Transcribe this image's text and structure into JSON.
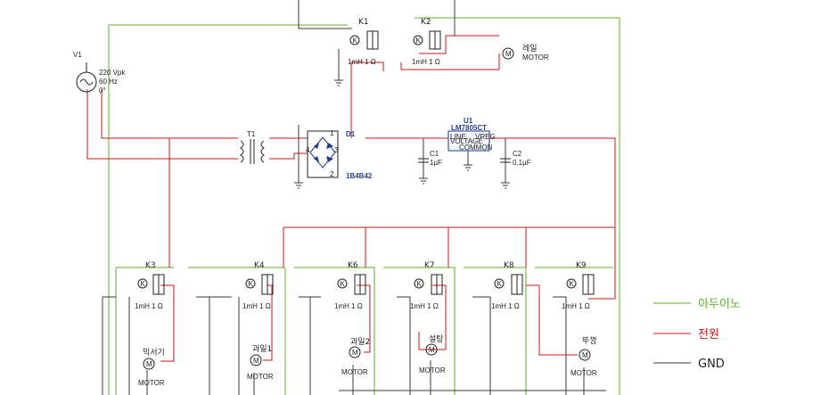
{
  "colors": {
    "arduino": "#5fae2f",
    "power": "#c41a1a",
    "gnd": "#3a3a3a",
    "part": "#1e3a8a"
  },
  "source": {
    "name": "V1",
    "line1": "220 Vpk",
    "line2": "60 Hz",
    "line3": "0°"
  },
  "transformer": {
    "name": "T1"
  },
  "bridge": {
    "name": "D1",
    "part": "1B4B42",
    "pin1": "1",
    "pin2": "2",
    "pin3": "3",
    "pin4": "4"
  },
  "regulator": {
    "name": "U1",
    "part": "LM7805CT",
    "pin_in": "LINE",
    "pin_out": "VREG",
    "pin_com": "COMMON",
    "pin_sub": "VOLTAGE"
  },
  "caps": [
    {
      "name": "C1",
      "value": "1µF"
    },
    {
      "name": "C2",
      "value": "0.1µF"
    }
  ],
  "top_relays": [
    {
      "name": "K1",
      "spec": "1mH 1 Ω"
    },
    {
      "name": "K2",
      "spec": "1mH 1 Ω"
    }
  ],
  "top_motor": {
    "name": "레일",
    "type": "MOTOR"
  },
  "bottom_relays": [
    {
      "name": "K3",
      "spec": "1mH 1 Ω"
    },
    {
      "name": "K4",
      "spec": "1mH 1 Ω"
    },
    {
      "name": "K6",
      "spec": "1mH 1 Ω"
    },
    {
      "name": "K7",
      "spec": "1mH 1 Ω"
    },
    {
      "name": "K8",
      "spec": "1mH 1 Ω"
    },
    {
      "name": "K9",
      "spec": "1mH 1 Ω"
    }
  ],
  "bottom_motors": [
    {
      "name": "믹서기",
      "type": "MOTOR"
    },
    {
      "name": "과일1",
      "type": "MOTOR"
    },
    {
      "name": "과일2",
      "type": "MOTOR"
    },
    {
      "name": "설탕",
      "type": "MOTOR"
    },
    {
      "name": "뚜껑",
      "type": "MOTOR"
    }
  ],
  "legend": [
    {
      "label": "아두이노",
      "color": "#5fae2f"
    },
    {
      "label": "전원",
      "color": "#c41a1a"
    },
    {
      "label": "GND",
      "color": "#3a3a3a"
    }
  ]
}
